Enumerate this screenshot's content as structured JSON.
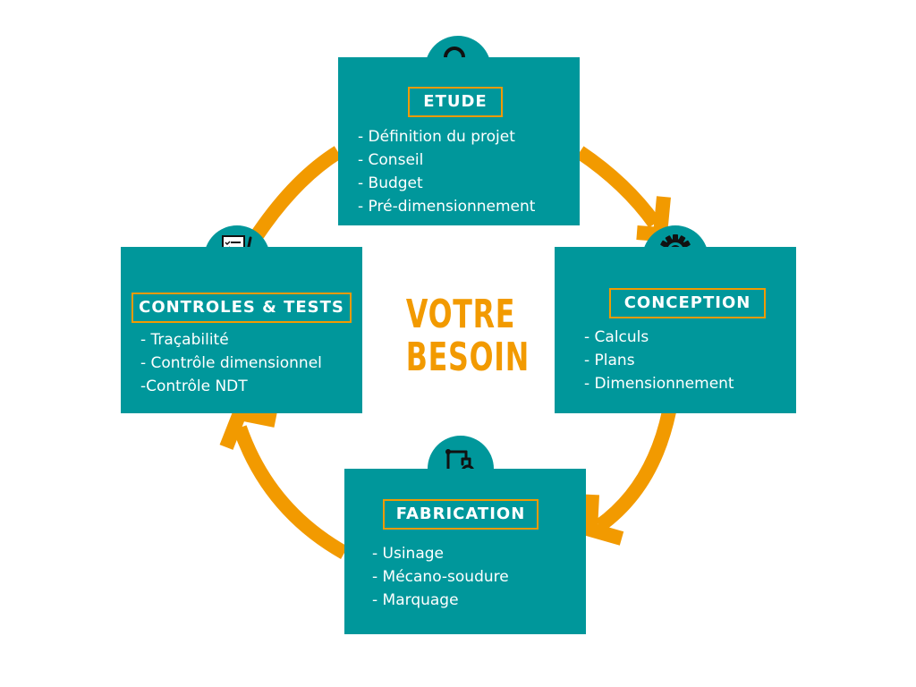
{
  "center": {
    "line1": "VOTRE",
    "line2": "BESOIN"
  },
  "colors": {
    "teal": "#00979b",
    "orange": "#f29a00",
    "white": "#ffffff",
    "icon": "#111111"
  },
  "etude": {
    "icon": "magnifier-icon",
    "title": "ETUDE",
    "items": [
      "- Définition du projet",
      "- Conseil",
      "- Budget",
      "- Pré-dimensionnement"
    ]
  },
  "conception": {
    "icon": "gear-icon",
    "title": "CONCEPTION",
    "items": [
      "- Calculs",
      "- Plans",
      "- Dimensionnement"
    ]
  },
  "fabrication": {
    "icon": "robot-arm-icon",
    "title": "FABRICATION",
    "items": [
      "- Usinage",
      "- Mécano-soudure",
      "- Marquage"
    ]
  },
  "controles": {
    "icon": "checklist-icon",
    "title": "CONTROLES & TESTS",
    "items": [
      "- Traçabilité",
      "- Contrôle dimensionnel",
      "-Contrôle NDT"
    ]
  }
}
